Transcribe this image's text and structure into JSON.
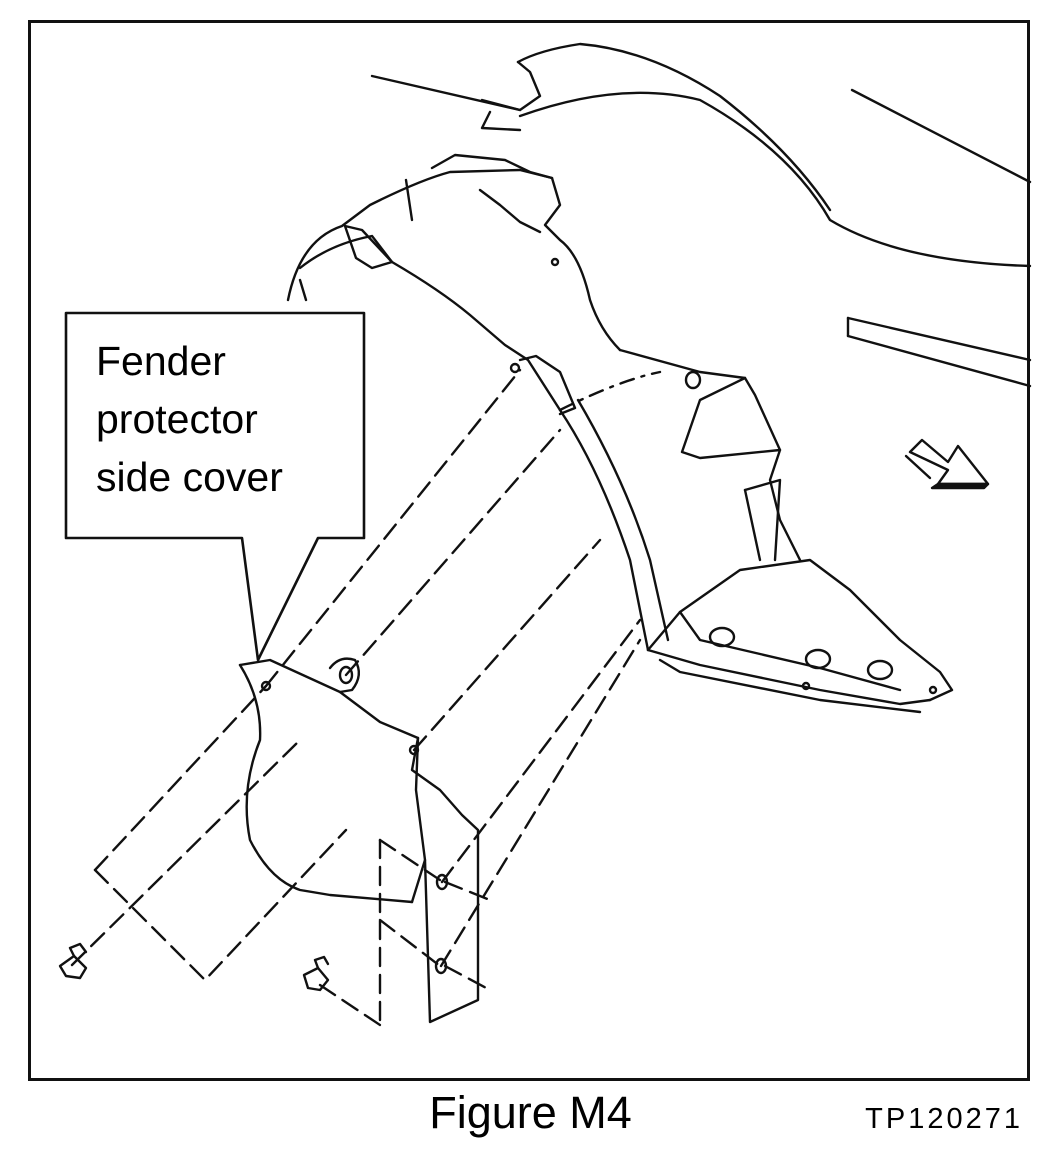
{
  "figure": {
    "callout_label": "Fender protector side cover",
    "callout_lines": [
      "Fender",
      "protector",
      "side cover"
    ],
    "reference_code": "TP120271",
    "caption": "Figure M4"
  },
  "icons": {
    "direction_arrow": "arrow-icon",
    "clips": "clip-icon"
  },
  "colors": {
    "line": "#111111",
    "background": "#ffffff"
  }
}
